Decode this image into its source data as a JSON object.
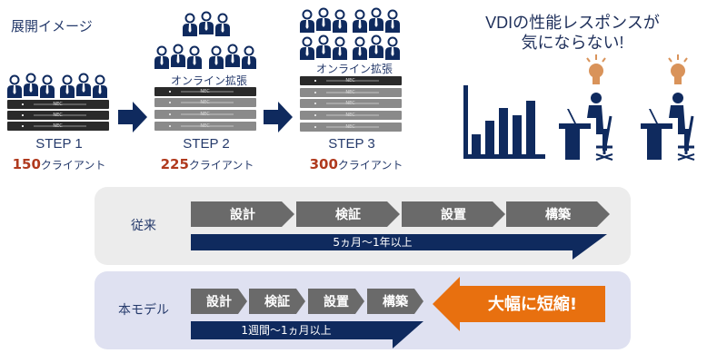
{
  "title": "展開イメージ",
  "steps": [
    {
      "label": "STEP 1",
      "count": "150",
      "unit": "クライアント"
    },
    {
      "label": "STEP 2",
      "count": "225",
      "unit": "クライアント",
      "note": "オンライン拡張"
    },
    {
      "label": "STEP 3",
      "count": "300",
      "unit": "クライアント",
      "note": "オンライン拡張"
    }
  ],
  "server_brand": "NEC",
  "vdi": {
    "line1": "VDIの性能レスポンスが",
    "line2": "気にならない!"
  },
  "conventional": {
    "label": "従来",
    "phases": [
      "設計",
      "検証",
      "設置",
      "構築"
    ],
    "duration": "5ヵ月～1年以上"
  },
  "model": {
    "label": "本モデル",
    "phases": [
      "設計",
      "検証",
      "設置",
      "構築"
    ],
    "duration": "1週間～1ヵ月以上",
    "callout": "大幅に短縮!"
  },
  "colors": {
    "navy": "#0f2a5e",
    "orange": "#e8700f",
    "gray_chevron": "#6a6a6a",
    "bulb": "#d9935a",
    "count_red": "#b03a1e"
  }
}
